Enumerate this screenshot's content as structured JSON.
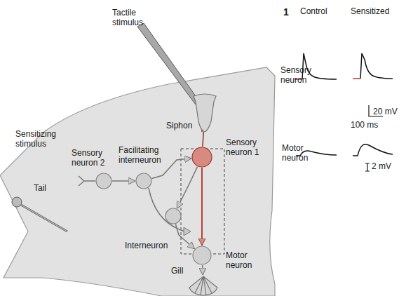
{
  "diagram": {
    "nodes": [
      {
        "text": [
          "Siphon"
        ]
      },
      {
        "text": [
          "Sensory neuron 1"
        ]
      },
      {
        "text": [
          "Sensory neuron 2"
        ]
      },
      {
        "text": [
          "Facilitating interneuron"
        ]
      },
      {
        "text": [
          "Interneuron"
        ]
      },
      {
        "text": [
          "Motor neuron"
        ]
      },
      {
        "text": [
          "Gill"
        ]
      }
    ],
    "edges": [
      {
        "from": 0,
        "to": 1,
        "arrow": "none"
      },
      {
        "from": 2,
        "to": 3,
        "arrow": "to"
      },
      {
        "from": 3,
        "to": 1,
        "arrow": "to"
      },
      {
        "from": 1,
        "to": 4,
        "arrow": "to"
      },
      {
        "from": 1,
        "to": 5,
        "arrow": "to"
      },
      {
        "from": 4,
        "to": 5,
        "arrow": "to"
      },
      {
        "from": 5,
        "to": 6,
        "arrow": "to"
      }
    ],
    "labels": [
      "Tactile stimulus",
      "Sensitizing stimulus",
      "Tail",
      "1",
      "Control",
      "Sensitized",
      "Sensory neuron",
      "Motor neuron",
      "20 mV",
      "100 ms",
      "2 mV"
    ]
  }
}
